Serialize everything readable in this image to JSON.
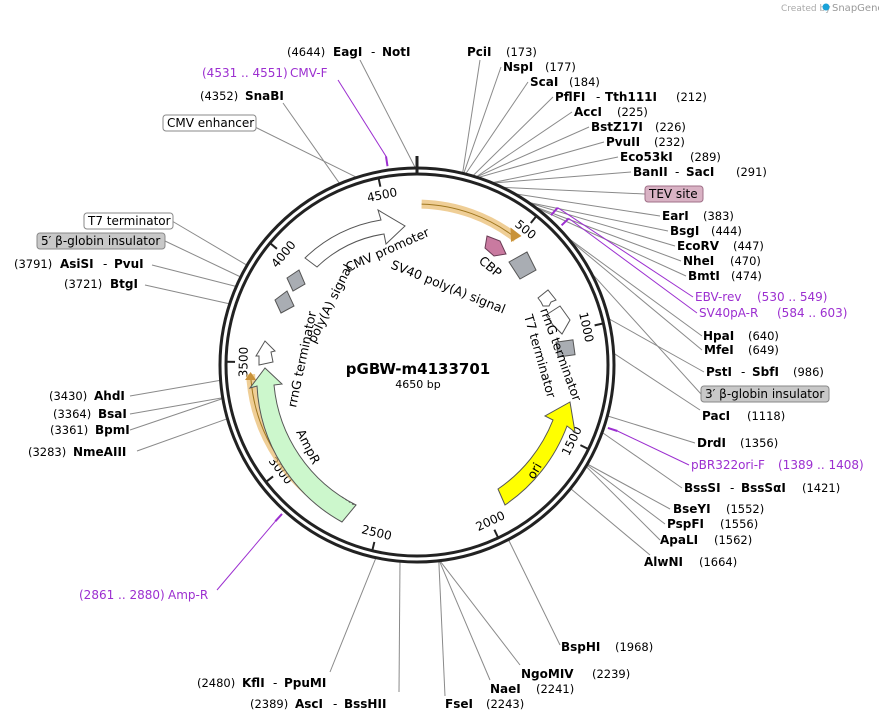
{
  "header": {
    "created_by": "Created by",
    "app_name": "SnapGene"
  },
  "plasmid": {
    "name": "pGBW-m4133701",
    "length": 4650,
    "size_label": "4650 bp"
  },
  "ticks": [
    {
      "bp": 500,
      "label": "500"
    },
    {
      "bp": 1000,
      "label": "1000"
    },
    {
      "bp": 1500,
      "label": "1500"
    },
    {
      "bp": 2000,
      "label": "2000"
    },
    {
      "bp": 2500,
      "label": "2500"
    },
    {
      "bp": 3000,
      "label": "3000"
    },
    {
      "bp": 3500,
      "label": "3500"
    },
    {
      "bp": 4000,
      "label": "4000"
    },
    {
      "bp": 4500,
      "label": "4500"
    }
  ],
  "sites": [
    {
      "id": "eagi-noti",
      "bp": 4644,
      "names": [
        "EagI",
        "NotI"
      ],
      "pos": "(4644)"
    },
    {
      "id": "snabi",
      "bp": 4352,
      "names": [
        "SnaBI"
      ],
      "pos": "(4352)"
    },
    {
      "id": "asisi-pvui",
      "bp": 3791,
      "names": [
        "AsiSI",
        "PvuI"
      ],
      "pos": "(3791)"
    },
    {
      "id": "btgi",
      "bp": 3721,
      "names": [
        "BtgI"
      ],
      "pos": "(3721)"
    },
    {
      "id": "ahdi",
      "bp": 3430,
      "names": [
        "AhdI"
      ],
      "pos": "(3430)"
    },
    {
      "id": "bsai",
      "bp": 3364,
      "names": [
        "BsaI"
      ],
      "pos": "(3364)"
    },
    {
      "id": "bpmi",
      "bp": 3361,
      "names": [
        "BpmI"
      ],
      "pos": "(3361)"
    },
    {
      "id": "nmeaiii",
      "bp": 3283,
      "names": [
        "NmeAIII"
      ],
      "pos": "(3283)"
    },
    {
      "id": "kfli-ppumi",
      "bp": 2480,
      "names": [
        "KflI",
        "PpuMI"
      ],
      "pos": "(2480)"
    },
    {
      "id": "asci-bsshii",
      "bp": 2389,
      "names": [
        "AscI",
        "BssHII"
      ],
      "pos": "(2389)"
    },
    {
      "id": "fsei",
      "bp": 2243,
      "names": [
        "FseI"
      ],
      "pos": "(2243)"
    },
    {
      "id": "naei",
      "bp": 2241,
      "names": [
        "NaeI"
      ],
      "pos": "(2241)"
    },
    {
      "id": "ngomiv",
      "bp": 2239,
      "names": [
        "NgoMIV"
      ],
      "pos": "(2239)"
    },
    {
      "id": "bsphi",
      "bp": 1968,
      "names": [
        "BspHI"
      ],
      "pos": "(1968)"
    },
    {
      "id": "alwni",
      "bp": 1664,
      "names": [
        "AlwNI"
      ],
      "pos": "(1664)"
    },
    {
      "id": "apali",
      "bp": 1562,
      "names": [
        "ApaLI"
      ],
      "pos": "(1562)"
    },
    {
      "id": "pspfi",
      "bp": 1556,
      "names": [
        "PspFI"
      ],
      "pos": "(1556)"
    },
    {
      "id": "bseyi",
      "bp": 1552,
      "names": [
        "BseYI"
      ],
      "pos": "(1552)"
    },
    {
      "id": "bsssi",
      "bp": 1421,
      "names": [
        "BssSI",
        "BssSαI"
      ],
      "pos": "(1421)"
    },
    {
      "id": "drdi",
      "bp": 1356,
      "names": [
        "DrdI"
      ],
      "pos": "(1356)"
    },
    {
      "id": "paci",
      "bp": 1118,
      "names": [
        "PacI"
      ],
      "pos": "(1118)"
    },
    {
      "id": "psti-sbfi",
      "bp": 986,
      "names": [
        "PstI",
        "SbfI"
      ],
      "pos": "(986)"
    },
    {
      "id": "mfei",
      "bp": 649,
      "names": [
        "MfeI"
      ],
      "pos": "(649)"
    },
    {
      "id": "hpai",
      "bp": 640,
      "names": [
        "HpaI"
      ],
      "pos": "(640)"
    },
    {
      "id": "bmti",
      "bp": 474,
      "names": [
        "BmtI"
      ],
      "pos": "(474)"
    },
    {
      "id": "nhei",
      "bp": 470,
      "names": [
        "NheI"
      ],
      "pos": "(470)"
    },
    {
      "id": "ecorv",
      "bp": 447,
      "names": [
        "EcoRV"
      ],
      "pos": "(447)"
    },
    {
      "id": "bsgi",
      "bp": 444,
      "names": [
        "BsgI"
      ],
      "pos": "(444)"
    },
    {
      "id": "eari",
      "bp": 383,
      "names": [
        "EarI"
      ],
      "pos": "(383)"
    },
    {
      "id": "banii-saci",
      "bp": 291,
      "names": [
        "BanII",
        "SacI"
      ],
      "pos": "(291)"
    },
    {
      "id": "eco53ki",
      "bp": 289,
      "names": [
        "Eco53kI"
      ],
      "pos": "(289)"
    },
    {
      "id": "pvuii",
      "bp": 232,
      "names": [
        "PvuII"
      ],
      "pos": "(232)"
    },
    {
      "id": "bstz17i",
      "bp": 226,
      "names": [
        "BstZ17I"
      ],
      "pos": "(226)"
    },
    {
      "id": "acci",
      "bp": 225,
      "names": [
        "AccI"
      ],
      "pos": "(225)"
    },
    {
      "id": "pflfi-tth111i",
      "bp": 212,
      "names": [
        "PflFI",
        "Tth111I"
      ],
      "pos": "(212)"
    },
    {
      "id": "scai",
      "bp": 184,
      "names": [
        "ScaI"
      ],
      "pos": "(184)"
    },
    {
      "id": "nspi",
      "bp": 177,
      "names": [
        "NspI"
      ],
      "pos": "(177)"
    },
    {
      "id": "pcii",
      "bp": 173,
      "names": [
        "PciI"
      ],
      "pos": "(173)"
    }
  ],
  "primers": [
    {
      "id": "cmv-f",
      "name": "CMV-F",
      "range": "(4531 .. 4551)",
      "bp": 4541
    },
    {
      "id": "ebv-rev",
      "name": "EBV-rev",
      "range": "(530 .. 549)",
      "bp": 540
    },
    {
      "id": "sv40pa-r",
      "name": "SV40pA-R",
      "range": "(584 .. 603)",
      "bp": 594
    },
    {
      "id": "pbr322ori-f",
      "name": "pBR322ori-F",
      "range": "(1389 .. 1408)",
      "bp": 1398
    },
    {
      "id": "amp-r",
      "name": "Amp-R",
      "range": "(2861 .. 2880)",
      "bp": 2870
    }
  ],
  "boxed_features": [
    {
      "id": "cmv-enhancer",
      "label": "CMV enhancer",
      "fill": "#ffffff"
    },
    {
      "id": "t7-terminator-left",
      "label": "T7 terminator",
      "fill": "#ffffff"
    },
    {
      "id": "beta-globin-5",
      "label": "5′ β-globin insulator",
      "fill": "#c8c8c8"
    },
    {
      "id": "tev-site",
      "label": "TEV site",
      "fill": "#d9b2c4"
    },
    {
      "id": "beta-globin-3",
      "label": "3′ β-globin insulator",
      "fill": "#c8c8c8"
    }
  ],
  "features": [
    {
      "id": "cmv-promoter",
      "label": "CMV promoter"
    },
    {
      "id": "sv40-polya",
      "label": "SV40 poly(A) signal"
    },
    {
      "id": "cbp",
      "label": "CBP"
    },
    {
      "id": "rrng-terminator-right",
      "label": "rrnG terminator"
    },
    {
      "id": "t7-terminator-right",
      "label": "T7 terminator"
    },
    {
      "id": "ori",
      "label": "ori"
    },
    {
      "id": "ampr",
      "label": "AmpR"
    },
    {
      "id": "rrng-terminator-left",
      "label": "rrnG terminator"
    },
    {
      "id": "polya-signal-left",
      "label": "poly(A) signal"
    }
  ],
  "colors": {
    "primer": "#9c2fd0",
    "ori": "#ffff00",
    "ampr": "#ccf7cc",
    "orf_highlight": "#e8b96a",
    "cbp": "#c97aa0",
    "terminator": "#a9adb3",
    "backbone": "#222222"
  }
}
